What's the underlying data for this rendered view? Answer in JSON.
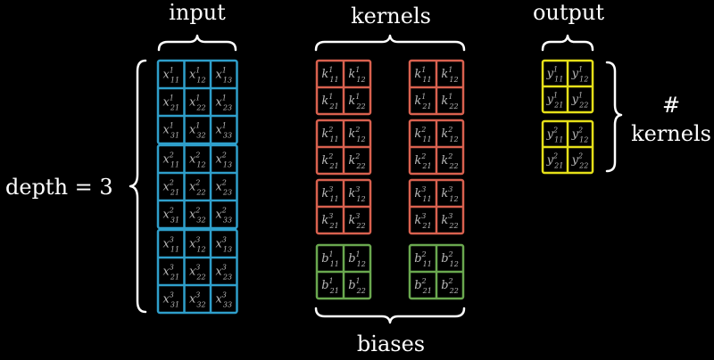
{
  "labels": {
    "input": "input",
    "kernels": "kernels",
    "output": "output",
    "biases": "biases",
    "depth": "depth = 3",
    "hash": "#",
    "kernels_count": "kernels"
  },
  "colors": {
    "background": "#000000",
    "input": "#2f9fcb",
    "kernel": "#d9614f",
    "bias": "#6aa84f",
    "output": "#e6e019",
    "text": "#ffffff",
    "cell_text": "#b8b8b8"
  },
  "input": {
    "var": "x",
    "depth": 3,
    "rows": 3,
    "cols": 3
  },
  "kernels": {
    "var": "k",
    "count": 2,
    "depth": 3,
    "rows": 2,
    "cols": 2
  },
  "biases": {
    "var": "b",
    "count": 2,
    "rows": 2,
    "cols": 2
  },
  "output": {
    "var": "y",
    "count": 2,
    "rows": 2,
    "cols": 2
  }
}
